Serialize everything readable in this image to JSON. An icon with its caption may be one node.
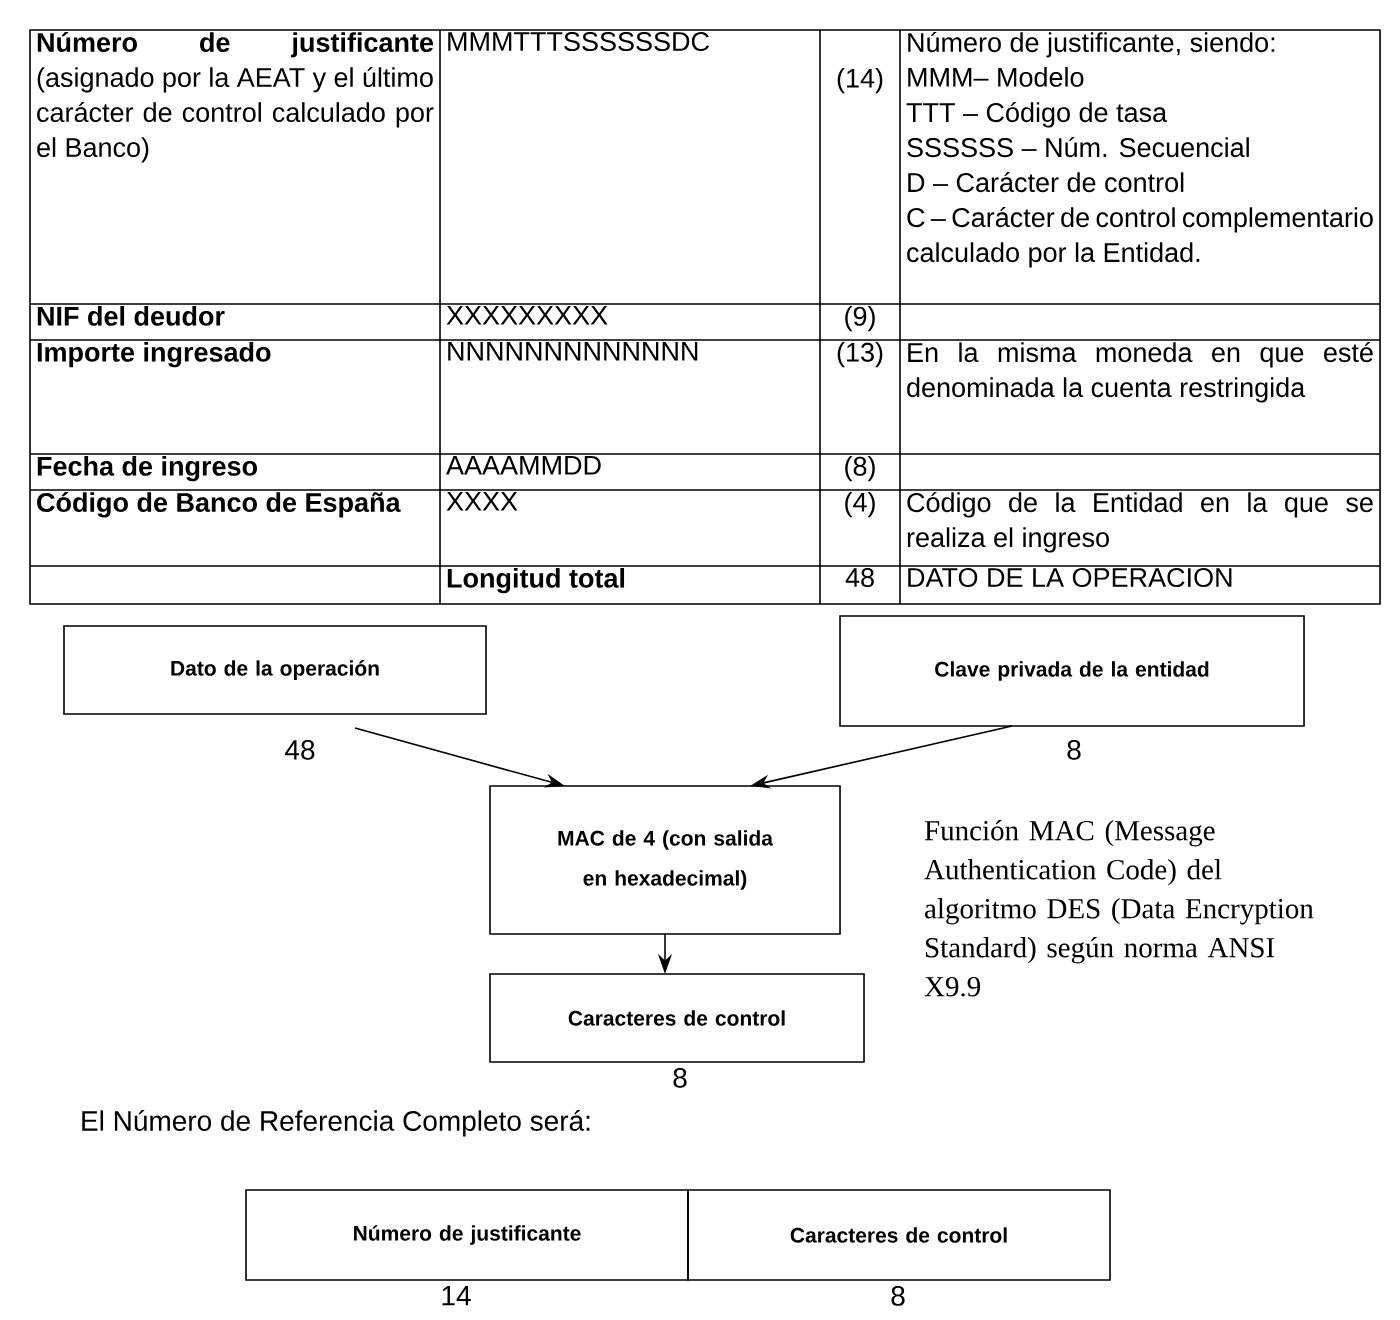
{
  "diagram": {
    "nodes": [
      {
        "text": [
          "Dato de la operación"
        ],
        "beside": [
          "48"
        ]
      },
      {
        "text": [
          "Clave privada de la entidad"
        ],
        "beside": [
          "8"
        ]
      },
      {
        "text": [
          "MAC de 4 (con salida en hexadecimal)"
        ]
      },
      {
        "text": [
          "Caracteres de control"
        ],
        "beside": [
          "8"
        ]
      },
      {
        "text": [
          "Número de justificante"
        ],
        "beside": [
          "14"
        ]
      },
      {
        "text": [
          "Caracteres de control"
        ],
        "beside": [
          "8"
        ]
      }
    ],
    "edges": [
      {
        "from": 0,
        "to": 2,
        "arrow": "to"
      },
      {
        "from": 1,
        "to": 2,
        "arrow": "to"
      },
      {
        "from": 2,
        "to": 3,
        "arrow": "to"
      }
    ],
    "labels": [
      "**Número de justificante** (asignado por la AEAT y el último carácter de control calculado por el Banco)",
      "MMMTTTSSSSSSDC",
      "(14)",
      "Número de justificante, siendo:",
      "MMM– Modelo",
      "TTT – Código de tasa",
      "SSSSSS – Núm. Secuencial",
      "D – Carácter de control",
      "C – Carácter de control complementario calculado por la Entidad.",
      "NIF del deudor",
      "XXXXXXXXX",
      "(9)",
      "Importe ingresado",
      "NNNNNNNNNNNNN",
      "(13)",
      "En la misma moneda en que esté denominada la cuenta restringida",
      "Fecha de ingreso",
      "AAAAMMDD",
      "(8)",
      "Código de Banco de España",
      "XXXX",
      "(4)",
      "Código de la Entidad en la que se realiza el ingreso",
      "Longitud total",
      "48",
      "DATO DE LA OPERACION",
      "Función MAC (Message Authentication Code) del algoritmo DES (Data Encryption Standard) según norma ANSI X9.9",
      "El Número de Referencia Completo será:"
    ]
  }
}
